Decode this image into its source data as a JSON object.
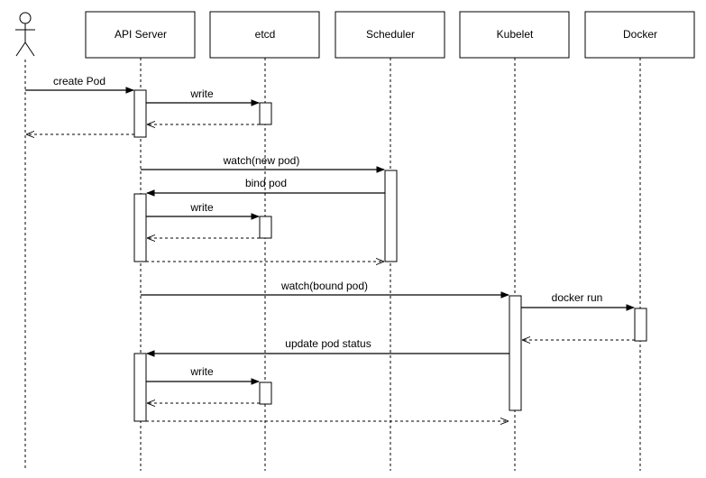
{
  "participants": [
    {
      "id": "user",
      "label": ""
    },
    {
      "id": "api",
      "label": "API Server"
    },
    {
      "id": "etcd",
      "label": "etcd"
    },
    {
      "id": "sched",
      "label": "Scheduler"
    },
    {
      "id": "kubelet",
      "label": "Kubelet"
    },
    {
      "id": "docker",
      "label": "Docker"
    }
  ],
  "messages": [
    {
      "id": "m1",
      "from": "user",
      "to": "api",
      "label": "create Pod",
      "style": "solid"
    },
    {
      "id": "m2",
      "from": "api",
      "to": "etcd",
      "label": "write",
      "style": "solid"
    },
    {
      "id": "m3",
      "from": "etcd",
      "to": "api",
      "label": "",
      "style": "dashed"
    },
    {
      "id": "m4",
      "from": "api",
      "to": "user",
      "label": "",
      "style": "dashed"
    },
    {
      "id": "m5",
      "from": "api",
      "to": "sched",
      "label": "watch(new pod)",
      "style": "solid"
    },
    {
      "id": "m6",
      "from": "sched",
      "to": "api",
      "label": "bind pod",
      "style": "solid"
    },
    {
      "id": "m7",
      "from": "api",
      "to": "etcd",
      "label": "write",
      "style": "solid"
    },
    {
      "id": "m8",
      "from": "etcd",
      "to": "api",
      "label": "",
      "style": "dashed"
    },
    {
      "id": "m9",
      "from": "api",
      "to": "sched",
      "label": "",
      "style": "dashed"
    },
    {
      "id": "m10",
      "from": "api",
      "to": "kubelet",
      "label": "watch(bound pod)",
      "style": "solid"
    },
    {
      "id": "m11",
      "from": "kubelet",
      "to": "docker",
      "label": "docker run",
      "style": "solid"
    },
    {
      "id": "m12",
      "from": "docker",
      "to": "kubelet",
      "label": "",
      "style": "dashed"
    },
    {
      "id": "m13",
      "from": "kubelet",
      "to": "api",
      "label": "update pod status",
      "style": "solid"
    },
    {
      "id": "m14",
      "from": "api",
      "to": "etcd",
      "label": "write",
      "style": "solid"
    },
    {
      "id": "m15",
      "from": "etcd",
      "to": "api",
      "label": "",
      "style": "dashed"
    },
    {
      "id": "m16",
      "from": "api",
      "to": "kubelet",
      "label": "",
      "style": "dashed"
    }
  ]
}
